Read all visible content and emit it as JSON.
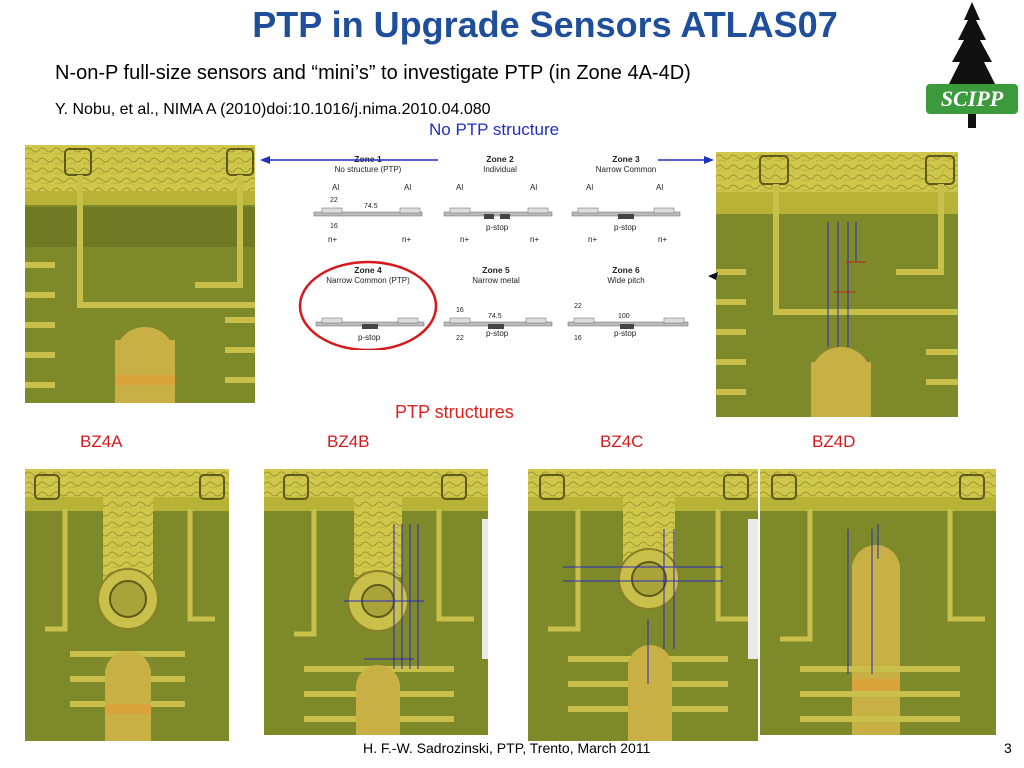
{
  "title": "PTP in Upgrade Sensors ATLAS07",
  "subtitle": "N-on-P full-size sensors and “mini’s” to investigate PTP (in Zone 4A-4D)",
  "reference": "Y. Nobu, et al., NIMA A (2010)doi:10.1016/j.nima.2010.04.080",
  "no_ptp_label": "No PTP structure",
  "ptp_structures_label": "PTP structures",
  "panels": [
    "BZ4A",
    "BZ4B",
    "BZ4C",
    "BZ4D"
  ],
  "logo_text": "SCIPP",
  "zones": [
    {
      "name": "Zone 1",
      "desc": "No structure (PTP)"
    },
    {
      "name": "Zone 2",
      "desc": "Individual"
    },
    {
      "name": "Zone 3",
      "desc": "Narrow Common"
    },
    {
      "name": "Zone 4",
      "desc": "Narrow Common (PTP)"
    },
    {
      "name": "Zone 5",
      "desc": "Narrow metal"
    },
    {
      "name": "Zone 6",
      "desc": "Wide pitch"
    }
  ],
  "zone_labels": {
    "al": "Al",
    "nplus": "n+",
    "pstop": "p-stop",
    "d22": "22",
    "d16": "16",
    "d745": "74.5",
    "d100": "100"
  },
  "footer": "H. F.-W.  Sadrozinski, PTP,  Trento, March 2011",
  "page_number": "3",
  "colors": {
    "title": "#1f4e9a",
    "accent_red": "#d4181c",
    "accent_blue": "#1f2fbf",
    "logo_green": "#2e7d32"
  }
}
